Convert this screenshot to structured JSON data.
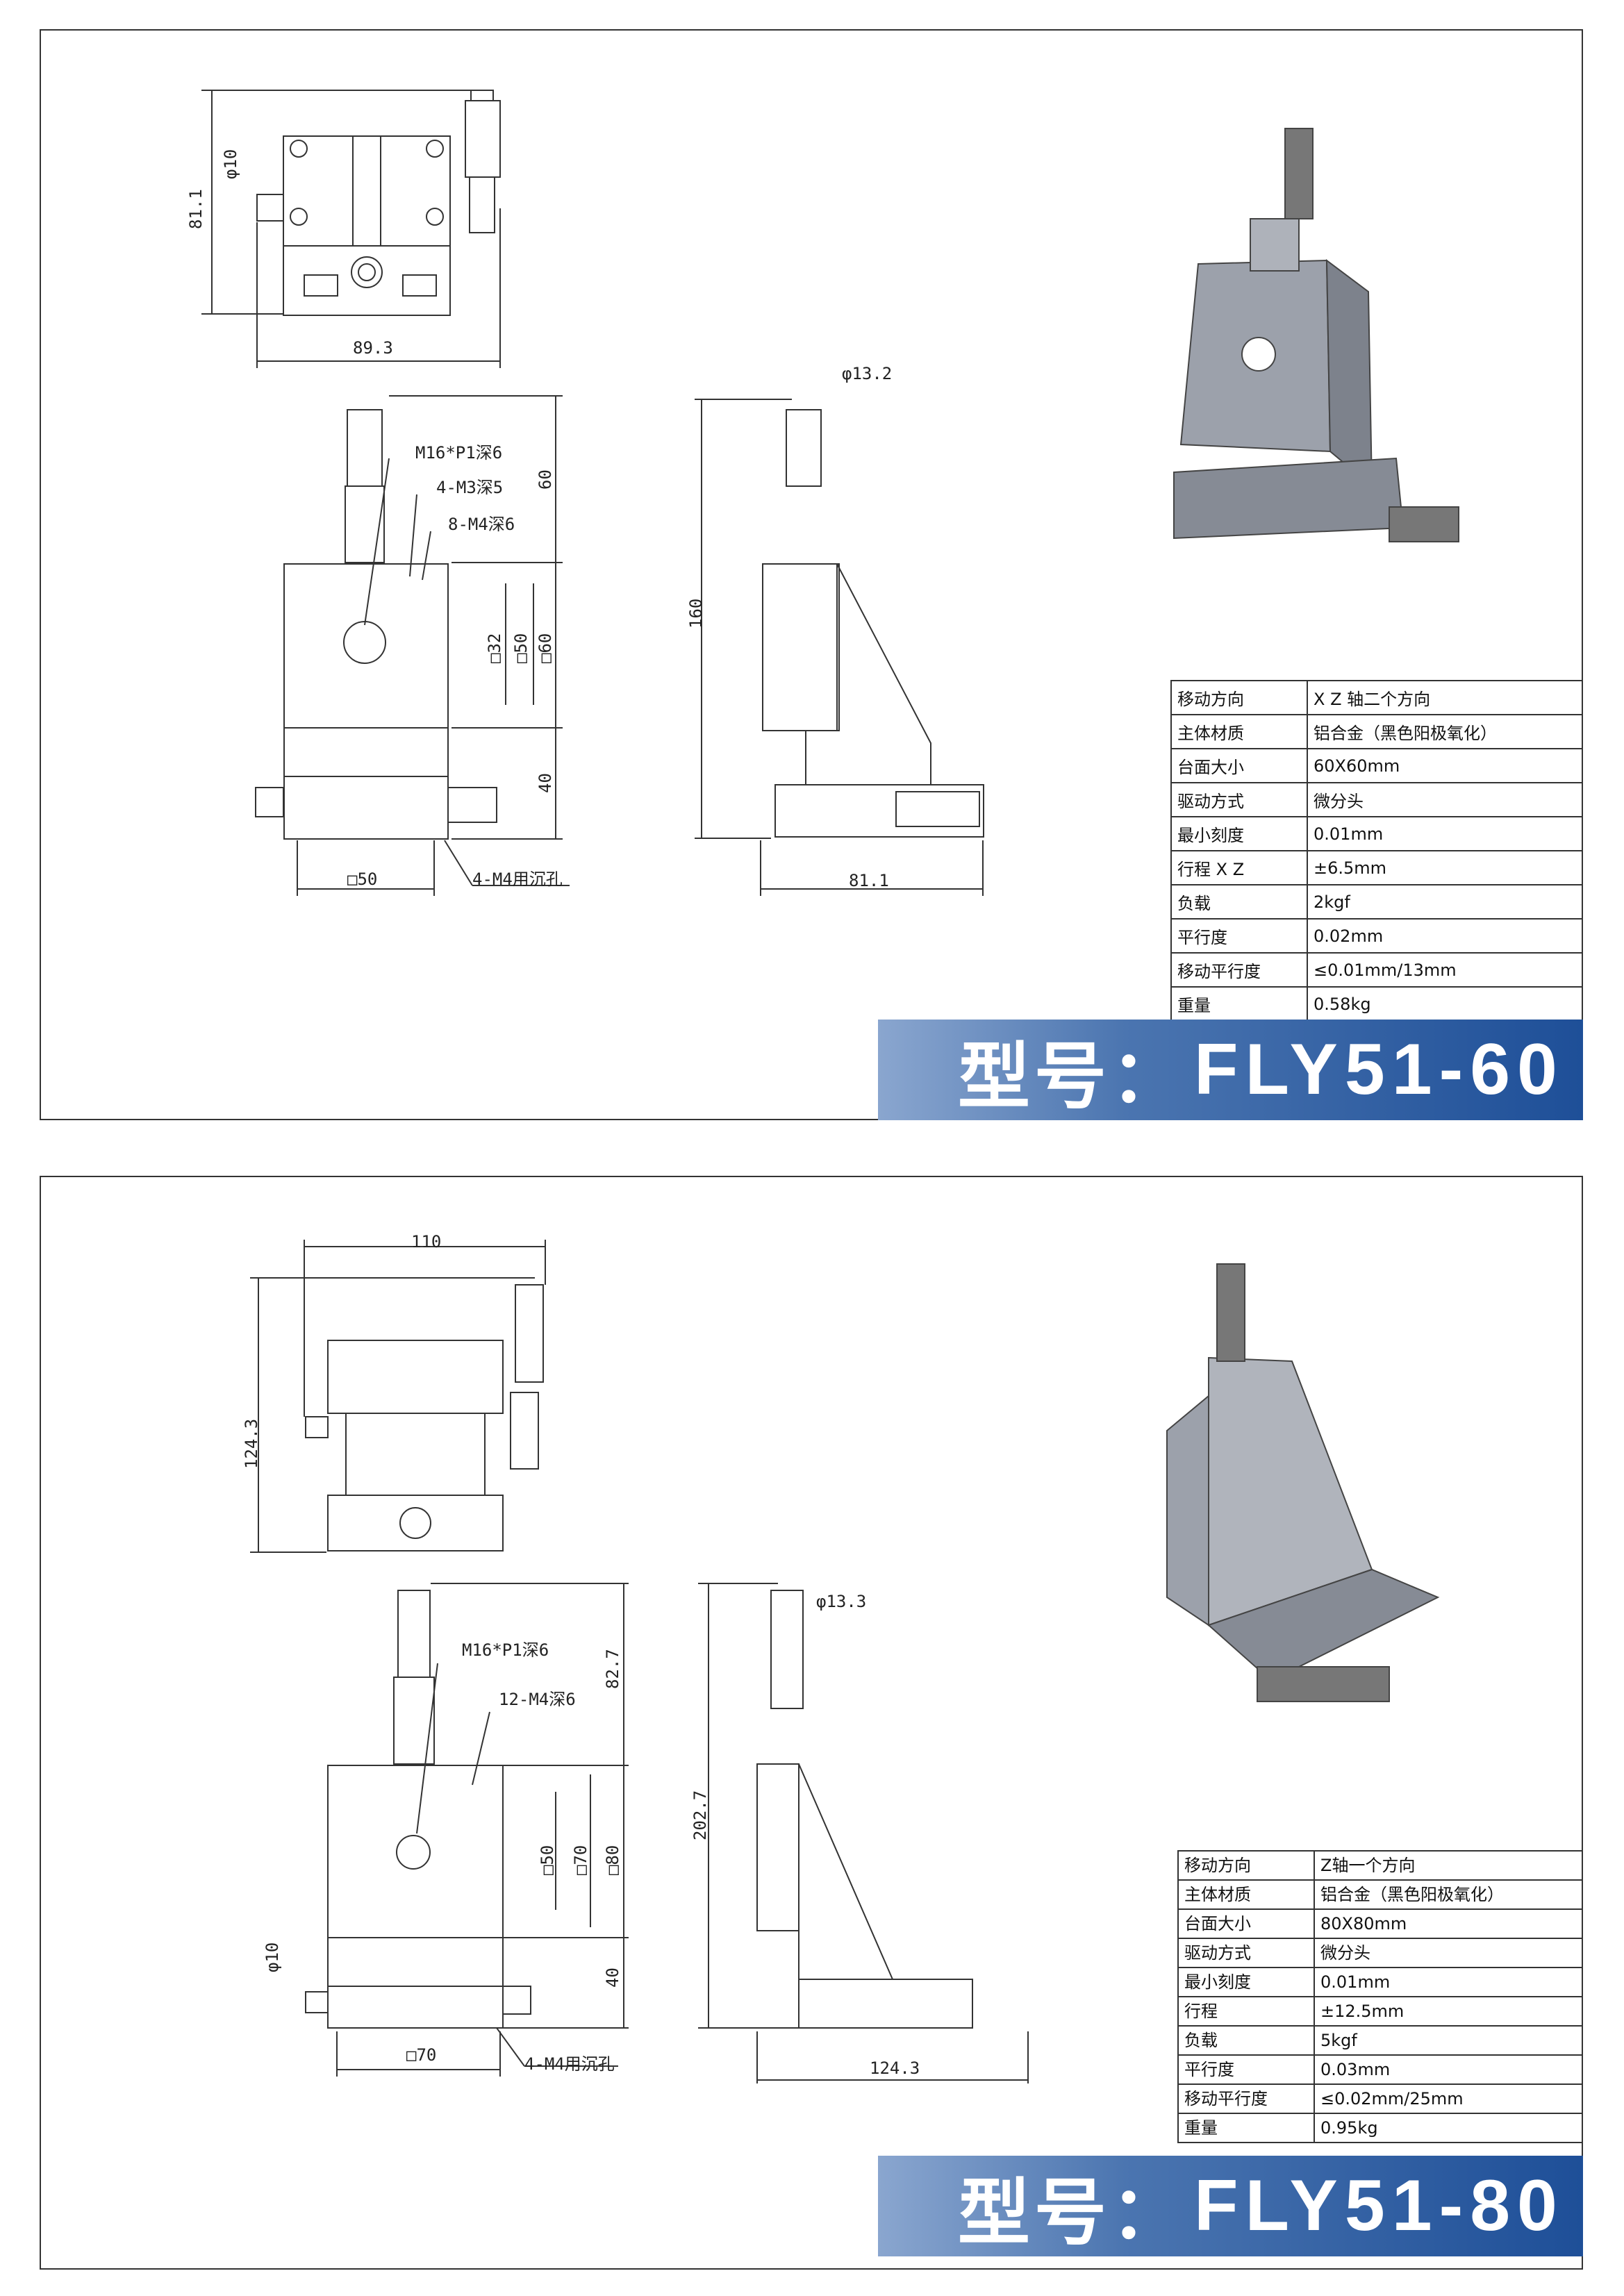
{
  "panels": [
    {
      "model_prefix": "型号：",
      "model": "FLY51-60",
      "dims": {
        "front_height": "81.1",
        "shaft_dia": "φ10",
        "front_width": "89.3",
        "center_hole": "M16*P1深6",
        "m3_holes": "4-M3深5",
        "m4_holes": "8-M4深6",
        "top_height": "60",
        "sq1": "□32",
        "sq2": "□50",
        "sq3": "□60",
        "base_height": "40",
        "base_sq": "□50",
        "mount_holes": "4-M4用沉孔",
        "micrometer_dia": "φ13.2",
        "total_height": "160",
        "side_width": "81.1"
      },
      "specs": [
        [
          "移动方向",
          "X Z 轴二个方向"
        ],
        [
          "主体材质",
          "铝合金（黑色阳极氧化）"
        ],
        [
          "台面大小",
          "60X60mm"
        ],
        [
          "驱动方式",
          "微分头"
        ],
        [
          "最小刻度",
          "0.01mm"
        ],
        [
          "行程 X Z",
          "±6.5mm"
        ],
        [
          "负载",
          "2kgf"
        ],
        [
          "平行度",
          "0.02mm"
        ],
        [
          "移动平行度",
          "≤0.01mm/13mm"
        ],
        [
          "重量",
          "0.58kg"
        ]
      ]
    },
    {
      "model_prefix": "型号：",
      "model": "FLY51-80",
      "dims": {
        "front_width": "110",
        "front_height": "124.3",
        "center_hole": "M16*P1深6",
        "m4_holes": "12-M4深6",
        "top_height": "82.7",
        "sq1": "□50",
        "sq2": "□70",
        "sq3": "□80",
        "shaft_dia": "φ10",
        "base_height": "40",
        "base_sq": "□70",
        "mount_holes": "4-M4用沉孔",
        "micrometer_dia": "φ13.3",
        "total_height": "202.7",
        "side_width": "124.3"
      },
      "specs": [
        [
          "移动方向",
          "Z轴一个方向"
        ],
        [
          "主体材质",
          "铝合金（黑色阳极氧化）"
        ],
        [
          "台面大小",
          "80X80mm"
        ],
        [
          "驱动方式",
          "微分头"
        ],
        [
          "最小刻度",
          "0.01mm"
        ],
        [
          "行程",
          "±12.5mm"
        ],
        [
          "负载",
          "5kgf"
        ],
        [
          "平行度",
          "0.03mm"
        ],
        [
          "移动平行度",
          "≤0.02mm/25mm"
        ],
        [
          "重量",
          "0.95kg"
        ]
      ]
    }
  ]
}
